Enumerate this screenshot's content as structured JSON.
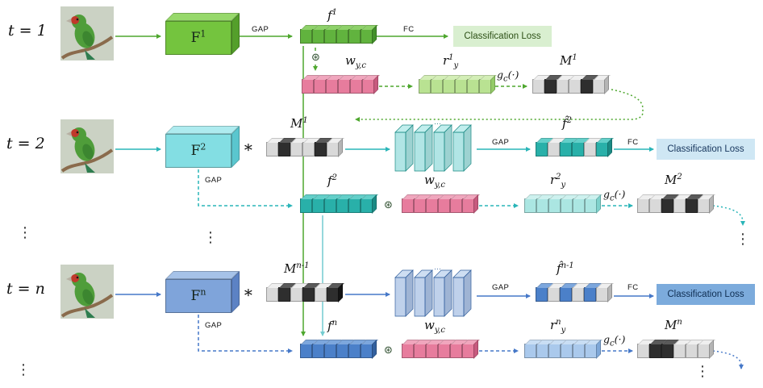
{
  "symbols": {
    "vdots": "⋮",
    "conv_star": "∗",
    "circ_op": "⊛",
    "stack_dots": "···"
  },
  "labels": {
    "gap": "GAP",
    "fc": "FC",
    "loss": "Classification Loss",
    "gate": "g<sub>c</sub>(·)",
    "weights": "w<sub>y,c</sub>"
  },
  "rows": {
    "t1": {
      "time": "t = 1",
      "backbone": "F<sup>1</sup>",
      "feature": "f<sup>1</sup>",
      "response": "r<sup>1</sup><sub>y</sub>",
      "mask": "M<sup>1</sup>"
    },
    "t2": {
      "time": "t = 2",
      "backbone": "F<sup>2</sup>",
      "prev_mask": "M<sup>1</sup>",
      "masked_feature": "f̂<sup>2</sup>",
      "feature": "f<sup>2</sup>",
      "response": "r<sup>2</sup><sub>y</sub>",
      "mask": "M<sup>2</sup>"
    },
    "tn": {
      "time": "t = n",
      "backbone": "F<sup>n</sup>",
      "prev_mask": "M<sup>n-1</sup>",
      "masked_feature": "f̂<sup>n-1</sup>",
      "feature": "f<sup>n</sup>",
      "response": "r<sup>n</sup><sub>y</sub>",
      "mask": "M<sup>n</sup>"
    }
  },
  "colors": {
    "accent_green": "#4ea72e",
    "accent_teal": "#2ab5b8",
    "accent_blue": "#4678c8",
    "accent_light_teal": "#74ccd0",
    "accent_pink": "#e77c9d",
    "loss_bg_t1": "#d9efd0",
    "loss_bg_t2": "#cfe7f4",
    "loss_bg_tn": "#7cabdc",
    "mask_dark": "#2e2e2e",
    "mask_light": "#d9d9d9"
  },
  "palette": {
    "green": {
      "front": "#61b33e",
      "top": "#8ed16a",
      "side": "#43902a"
    },
    "lightgreen": {
      "front": "#b9e292",
      "top": "#d3eeb6",
      "side": "#94cb68"
    },
    "teal": {
      "front": "#29b0a9",
      "top": "#63cfc9",
      "side": "#1b8a84"
    },
    "lightteal": {
      "front": "#abe6e2",
      "top": "#cdf1ee",
      "side": "#7fd2cc"
    },
    "blue": {
      "front": "#4b80c9",
      "top": "#7da7dd",
      "side": "#33609e"
    },
    "lightblue": {
      "front": "#aac9ec",
      "top": "#c9def4",
      "side": "#7fa8d8"
    },
    "pink": {
      "front": "#e77c9d",
      "top": "#f0a6bd",
      "side": "#c75a7e"
    },
    "dark": {
      "front": "#2e2e2e",
      "top": "#5a5a5a",
      "side": "#141414"
    },
    "light": {
      "front": "#d9d9d9",
      "top": "#efefef",
      "side": "#b5b5b5"
    }
  },
  "vectors": {
    "f1": {
      "cells": [
        "green",
        "green",
        "green",
        "green",
        "green",
        "green"
      ]
    },
    "w1": {
      "cells": [
        "pink",
        "pink",
        "pink",
        "pink",
        "pink",
        "pink"
      ]
    },
    "r1": {
      "cells": [
        "lightgreen",
        "lightgreen",
        "lightgreen",
        "lightgreen",
        "lightgreen",
        "lightgreen"
      ]
    },
    "M1_out": {
      "cells": [
        "light",
        "dark",
        "light",
        "light",
        "dark",
        "light"
      ]
    },
    "M1_in": {
      "cells": [
        "light",
        "dark",
        "light",
        "light",
        "dark",
        "light"
      ]
    },
    "fhat2": {
      "cells": [
        "teal",
        "light",
        "teal",
        "teal",
        "light",
        "teal"
      ]
    },
    "f2": {
      "cells": [
        "teal",
        "teal",
        "teal",
        "teal",
        "teal",
        "teal"
      ]
    },
    "w2": {
      "cells": [
        "pink",
        "pink",
        "pink",
        "pink",
        "pink",
        "pink"
      ]
    },
    "r2": {
      "cells": [
        "lightteal",
        "lightteal",
        "lightteal",
        "lightteal",
        "lightteal",
        "lightteal"
      ]
    },
    "M2": {
      "cells": [
        "light",
        "light",
        "dark",
        "light",
        "dark",
        "light"
      ]
    },
    "Mn_prev": {
      "cells": [
        "light",
        "dark",
        "light",
        "dark",
        "light",
        "dark"
      ]
    },
    "fhatn": {
      "cells": [
        "blue",
        "light",
        "blue",
        "light",
        "blue",
        "light"
      ]
    },
    "fn": {
      "cells": [
        "blue",
        "blue",
        "blue",
        "blue",
        "blue",
        "blue"
      ]
    },
    "wn": {
      "cells": [
        "pink",
        "pink",
        "pink",
        "pink",
        "pink",
        "pink"
      ]
    },
    "rn": {
      "cells": [
        "lightblue",
        "lightblue",
        "lightblue",
        "lightblue",
        "lightblue",
        "lightblue"
      ]
    },
    "Mn": {
      "cells": [
        "light",
        "dark",
        "dark",
        "light",
        "light",
        "light"
      ]
    }
  }
}
